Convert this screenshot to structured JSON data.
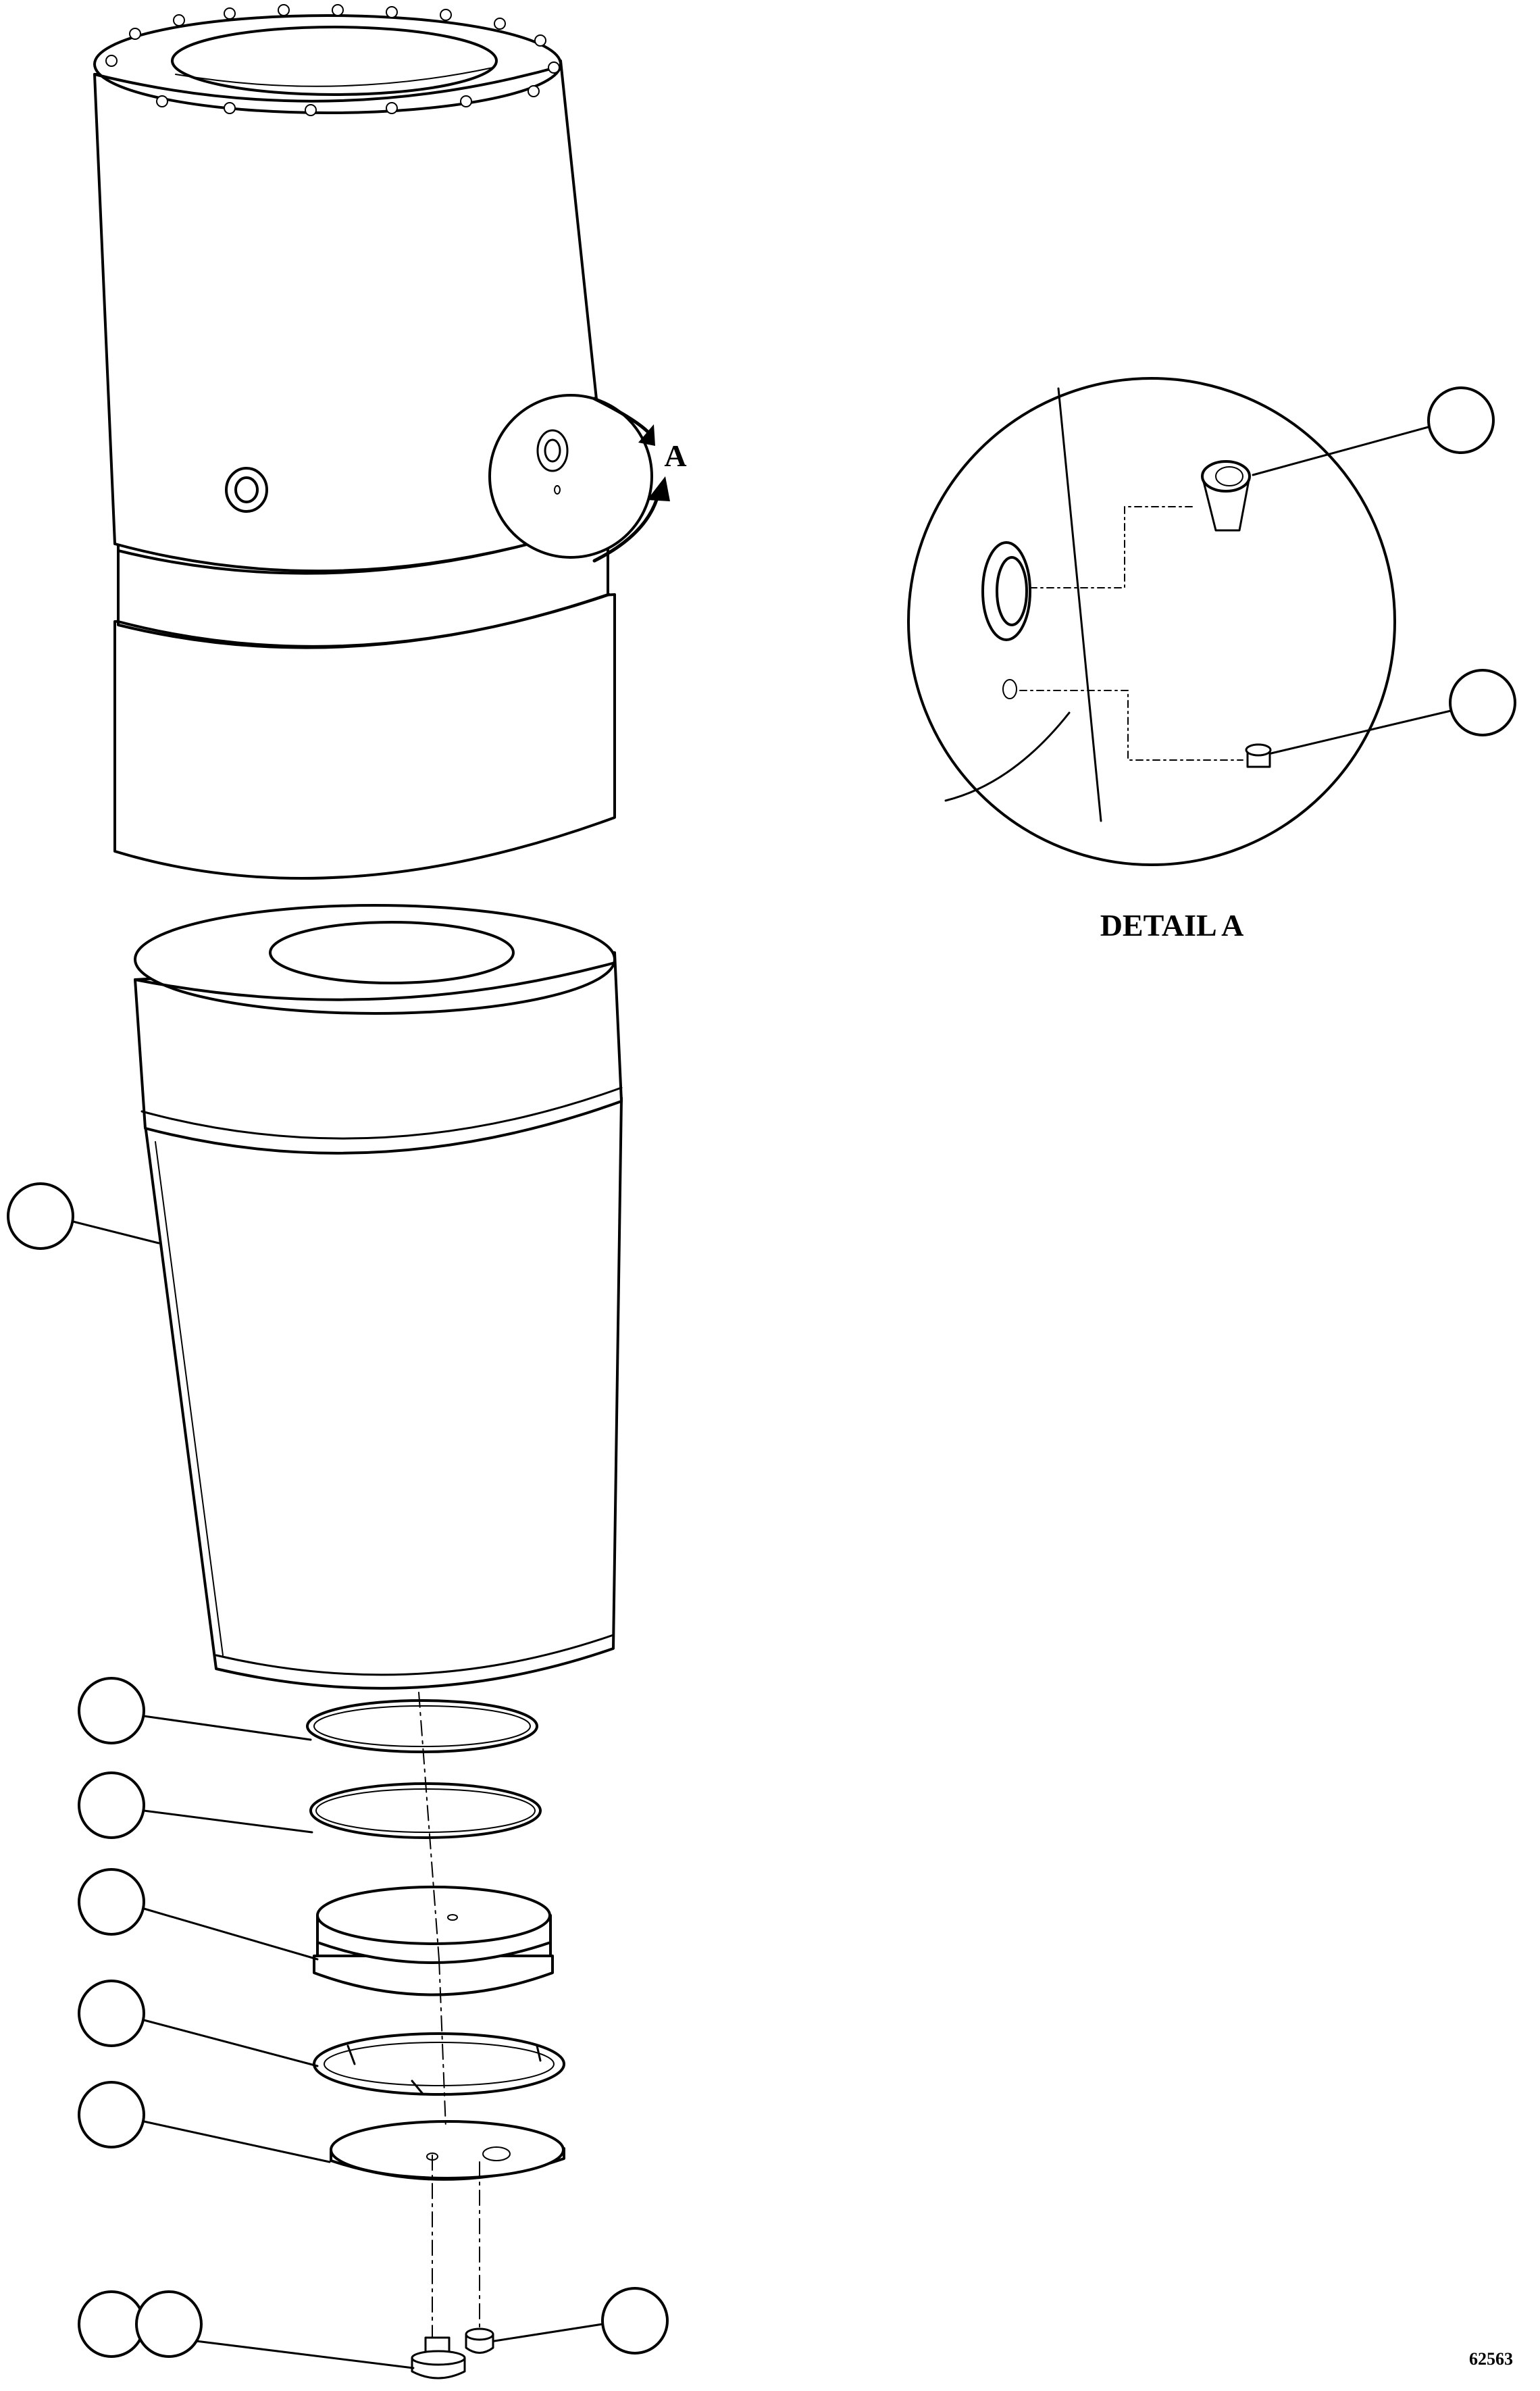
{
  "diagram": {
    "callout_label": "A",
    "detail_title": "DETAIL A",
    "drawing_number": "62563",
    "balloons": [
      {
        "id": "detail-a-top",
        "text": ""
      },
      {
        "id": "detail-a-bottom",
        "text": ""
      },
      {
        "id": "liner",
        "text": ""
      },
      {
        "id": "ring-1",
        "text": ""
      },
      {
        "id": "ring-2",
        "text": ""
      },
      {
        "id": "piston",
        "text": ""
      },
      {
        "id": "split-ring",
        "text": ""
      },
      {
        "id": "plate",
        "text": ""
      },
      {
        "id": "bolt-a",
        "text": ""
      },
      {
        "id": "bolt-b",
        "text": ""
      },
      {
        "id": "nut",
        "text": ""
      }
    ]
  }
}
